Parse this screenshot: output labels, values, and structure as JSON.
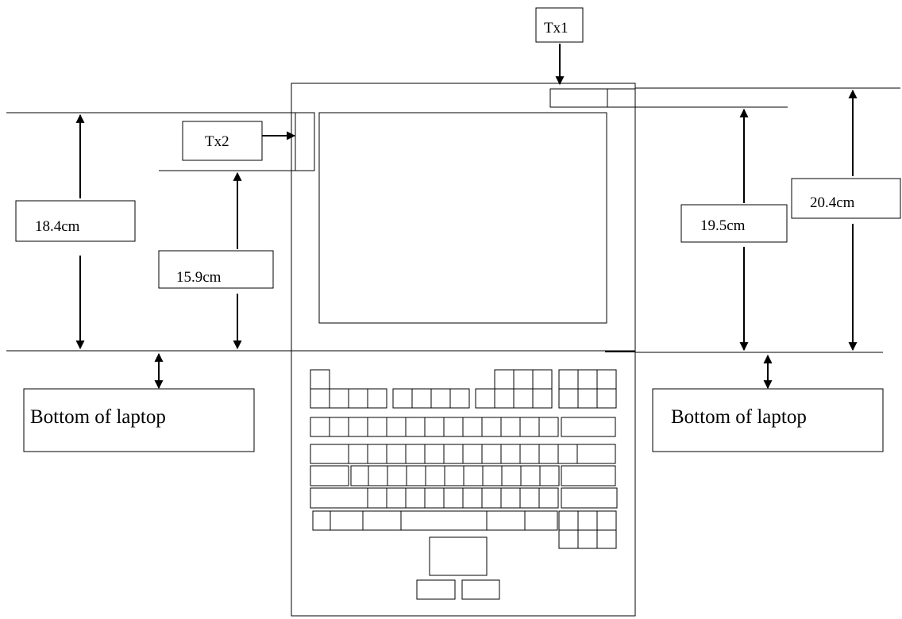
{
  "diagram": {
    "title": "",
    "labels": {
      "tx1": "Tx1",
      "tx2": "Tx2",
      "dim_tx2_left": "18.4cm",
      "dim_tx2_inner": "15.9cm",
      "dim_tx1_inner": "19.5cm",
      "dim_tx1_right": "20.4cm",
      "bottom_left": "Bottom of laptop",
      "bottom_right": "Bottom of laptop"
    }
  }
}
